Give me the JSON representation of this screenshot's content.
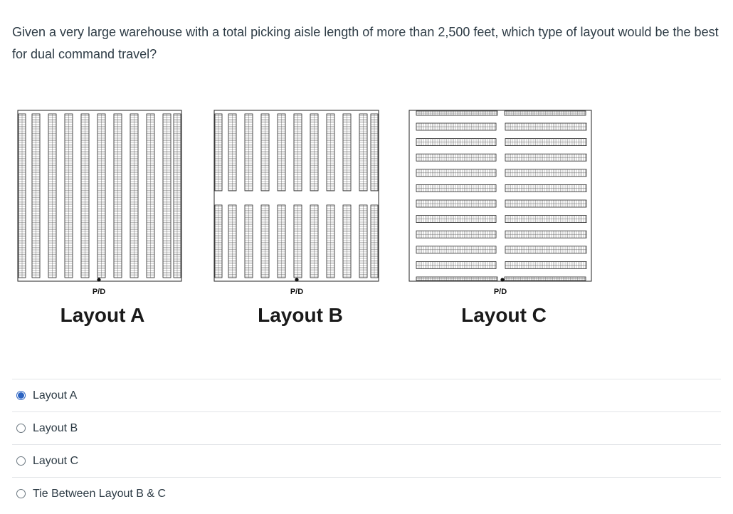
{
  "question": {
    "text": "Given a very large warehouse with a total picking aisle length of more than 2,500 feet, which type of layout would be the best for dual command travel?"
  },
  "figure": {
    "layouts": [
      {
        "name": "Layout A",
        "pd_label": "P/D"
      },
      {
        "name": "Layout B",
        "pd_label": "P/D"
      },
      {
        "name": "Layout C",
        "pd_label": "P/D"
      }
    ]
  },
  "answers": {
    "selected_index": 0,
    "options": [
      {
        "label": "Layout A"
      },
      {
        "label": "Layout B"
      },
      {
        "label": "Layout C"
      },
      {
        "label": "Tie Between Layout B & C"
      }
    ]
  },
  "colors": {
    "text": "#2d3b45",
    "radio_selected": "#2b63c2",
    "divider": "#e2e5e8"
  }
}
